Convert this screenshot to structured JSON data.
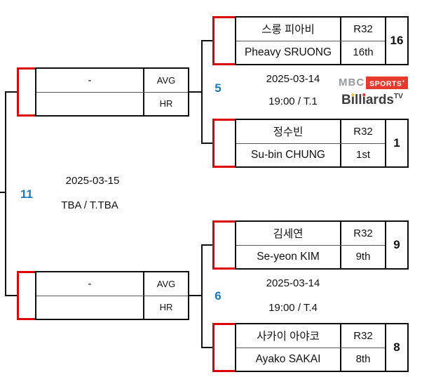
{
  "colors": {
    "accent_blue": "#1b79c0",
    "bracket_red": "#dd0000",
    "line_black": "#0f0f0f",
    "logo_red": "#e8392e",
    "logo_gray": "#97999c",
    "billiards_text": "#3d3d3d",
    "dot_yellow": "#f2c230"
  },
  "semifinal": {
    "match_no": "11",
    "date": "2025-03-15",
    "time": "TBA /  T.TBA"
  },
  "qualifiers": [
    {
      "name": "-",
      "row1_label": "AVG",
      "row2_label": "HR"
    },
    {
      "name": "-",
      "row1_label": "AVG",
      "row2_label": "HR"
    }
  ],
  "matches": [
    {
      "match_no": "5",
      "date": "2025-03-14",
      "time": "19:00 /  T.1",
      "players": [
        {
          "name_local": "스롱 피아비",
          "round": "R32",
          "name_en": "Pheavy SRUONG",
          "rank": "16th",
          "seed": "16"
        },
        {
          "name_local": "정수빈",
          "round": "R32",
          "name_en": "Su-bin CHUNG",
          "rank": "1st",
          "seed": "1"
        }
      ]
    },
    {
      "match_no": "6",
      "date": "2025-03-14",
      "time": "19:00 /  T.4",
      "players": [
        {
          "name_local": "김세연",
          "round": "R32",
          "name_en": "Se-yeon KIM",
          "rank": "9th",
          "seed": "9"
        },
        {
          "name_local": "사카이 아야코",
          "round": "R32",
          "name_en": "Ayako SAKAI",
          "rank": "8th",
          "seed": "8"
        }
      ]
    }
  ],
  "broadcaster": {
    "mbc": "MBC",
    "sports": "SPORTS",
    "sports_plus": "+",
    "bil_b": "B",
    "bil_i1": "ı",
    "bil_ll": "ll",
    "bil_i2": "ı",
    "bil_ards": "ards",
    "tv": "TV"
  }
}
